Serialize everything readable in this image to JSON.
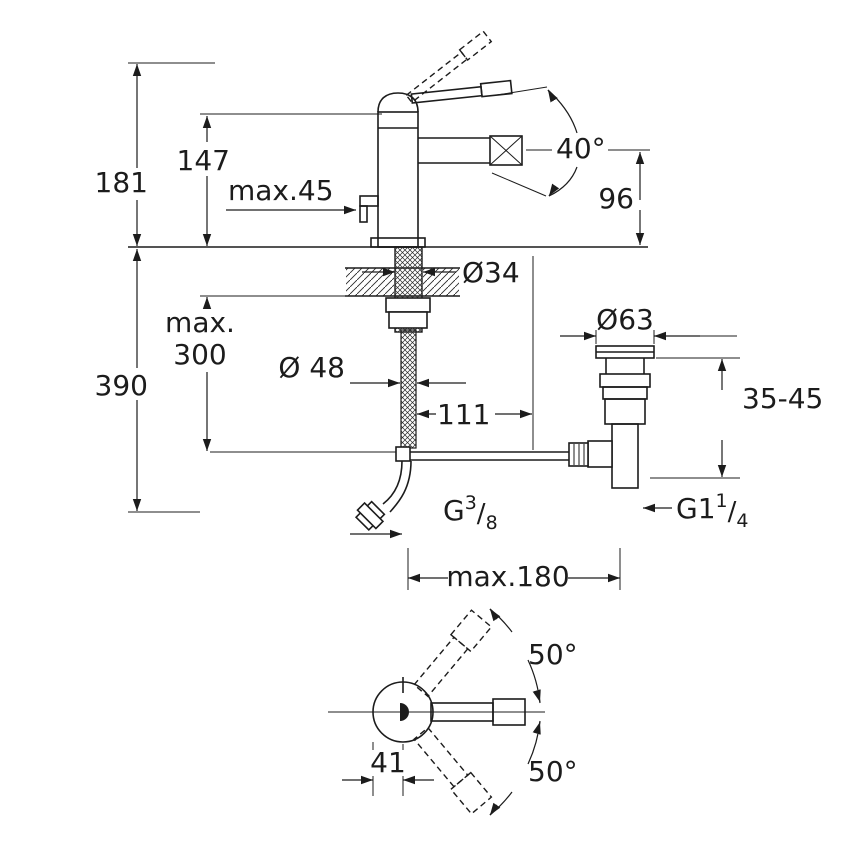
{
  "page": {
    "background": "#ffffff",
    "line_color": "#1c1c1c"
  },
  "drawing": {
    "type": "technical-dimension-drawing",
    "subject": "single-lever bidet faucet with pop-up waste, side view, mounting section and plan view"
  },
  "labels": {
    "height_total_top": "181",
    "height_body": "147",
    "max_deck": "max.45",
    "handle_angle": "40°",
    "spout_height": "96",
    "depth_total": "390",
    "hose_max_line1": "max.",
    "hose_max_line2": "300",
    "dia_shank": "Ø34",
    "dia_base": "Ø 48",
    "rod_offset": "111",
    "dia_waste_flange": "Ø63",
    "waste_depth_range": "35-45",
    "waste_thread_base": "G1",
    "waste_thread_sup": "1",
    "waste_thread_slash": "/",
    "waste_thread_sub": "4",
    "hose_thread_base": "G",
    "hose_thread_sup": "3",
    "hose_thread_slash": "/",
    "hose_thread_sub": "8",
    "max_reach": "max.180",
    "swing_upper": "50°",
    "swing_lower": "50°",
    "handle_offset": "41"
  }
}
